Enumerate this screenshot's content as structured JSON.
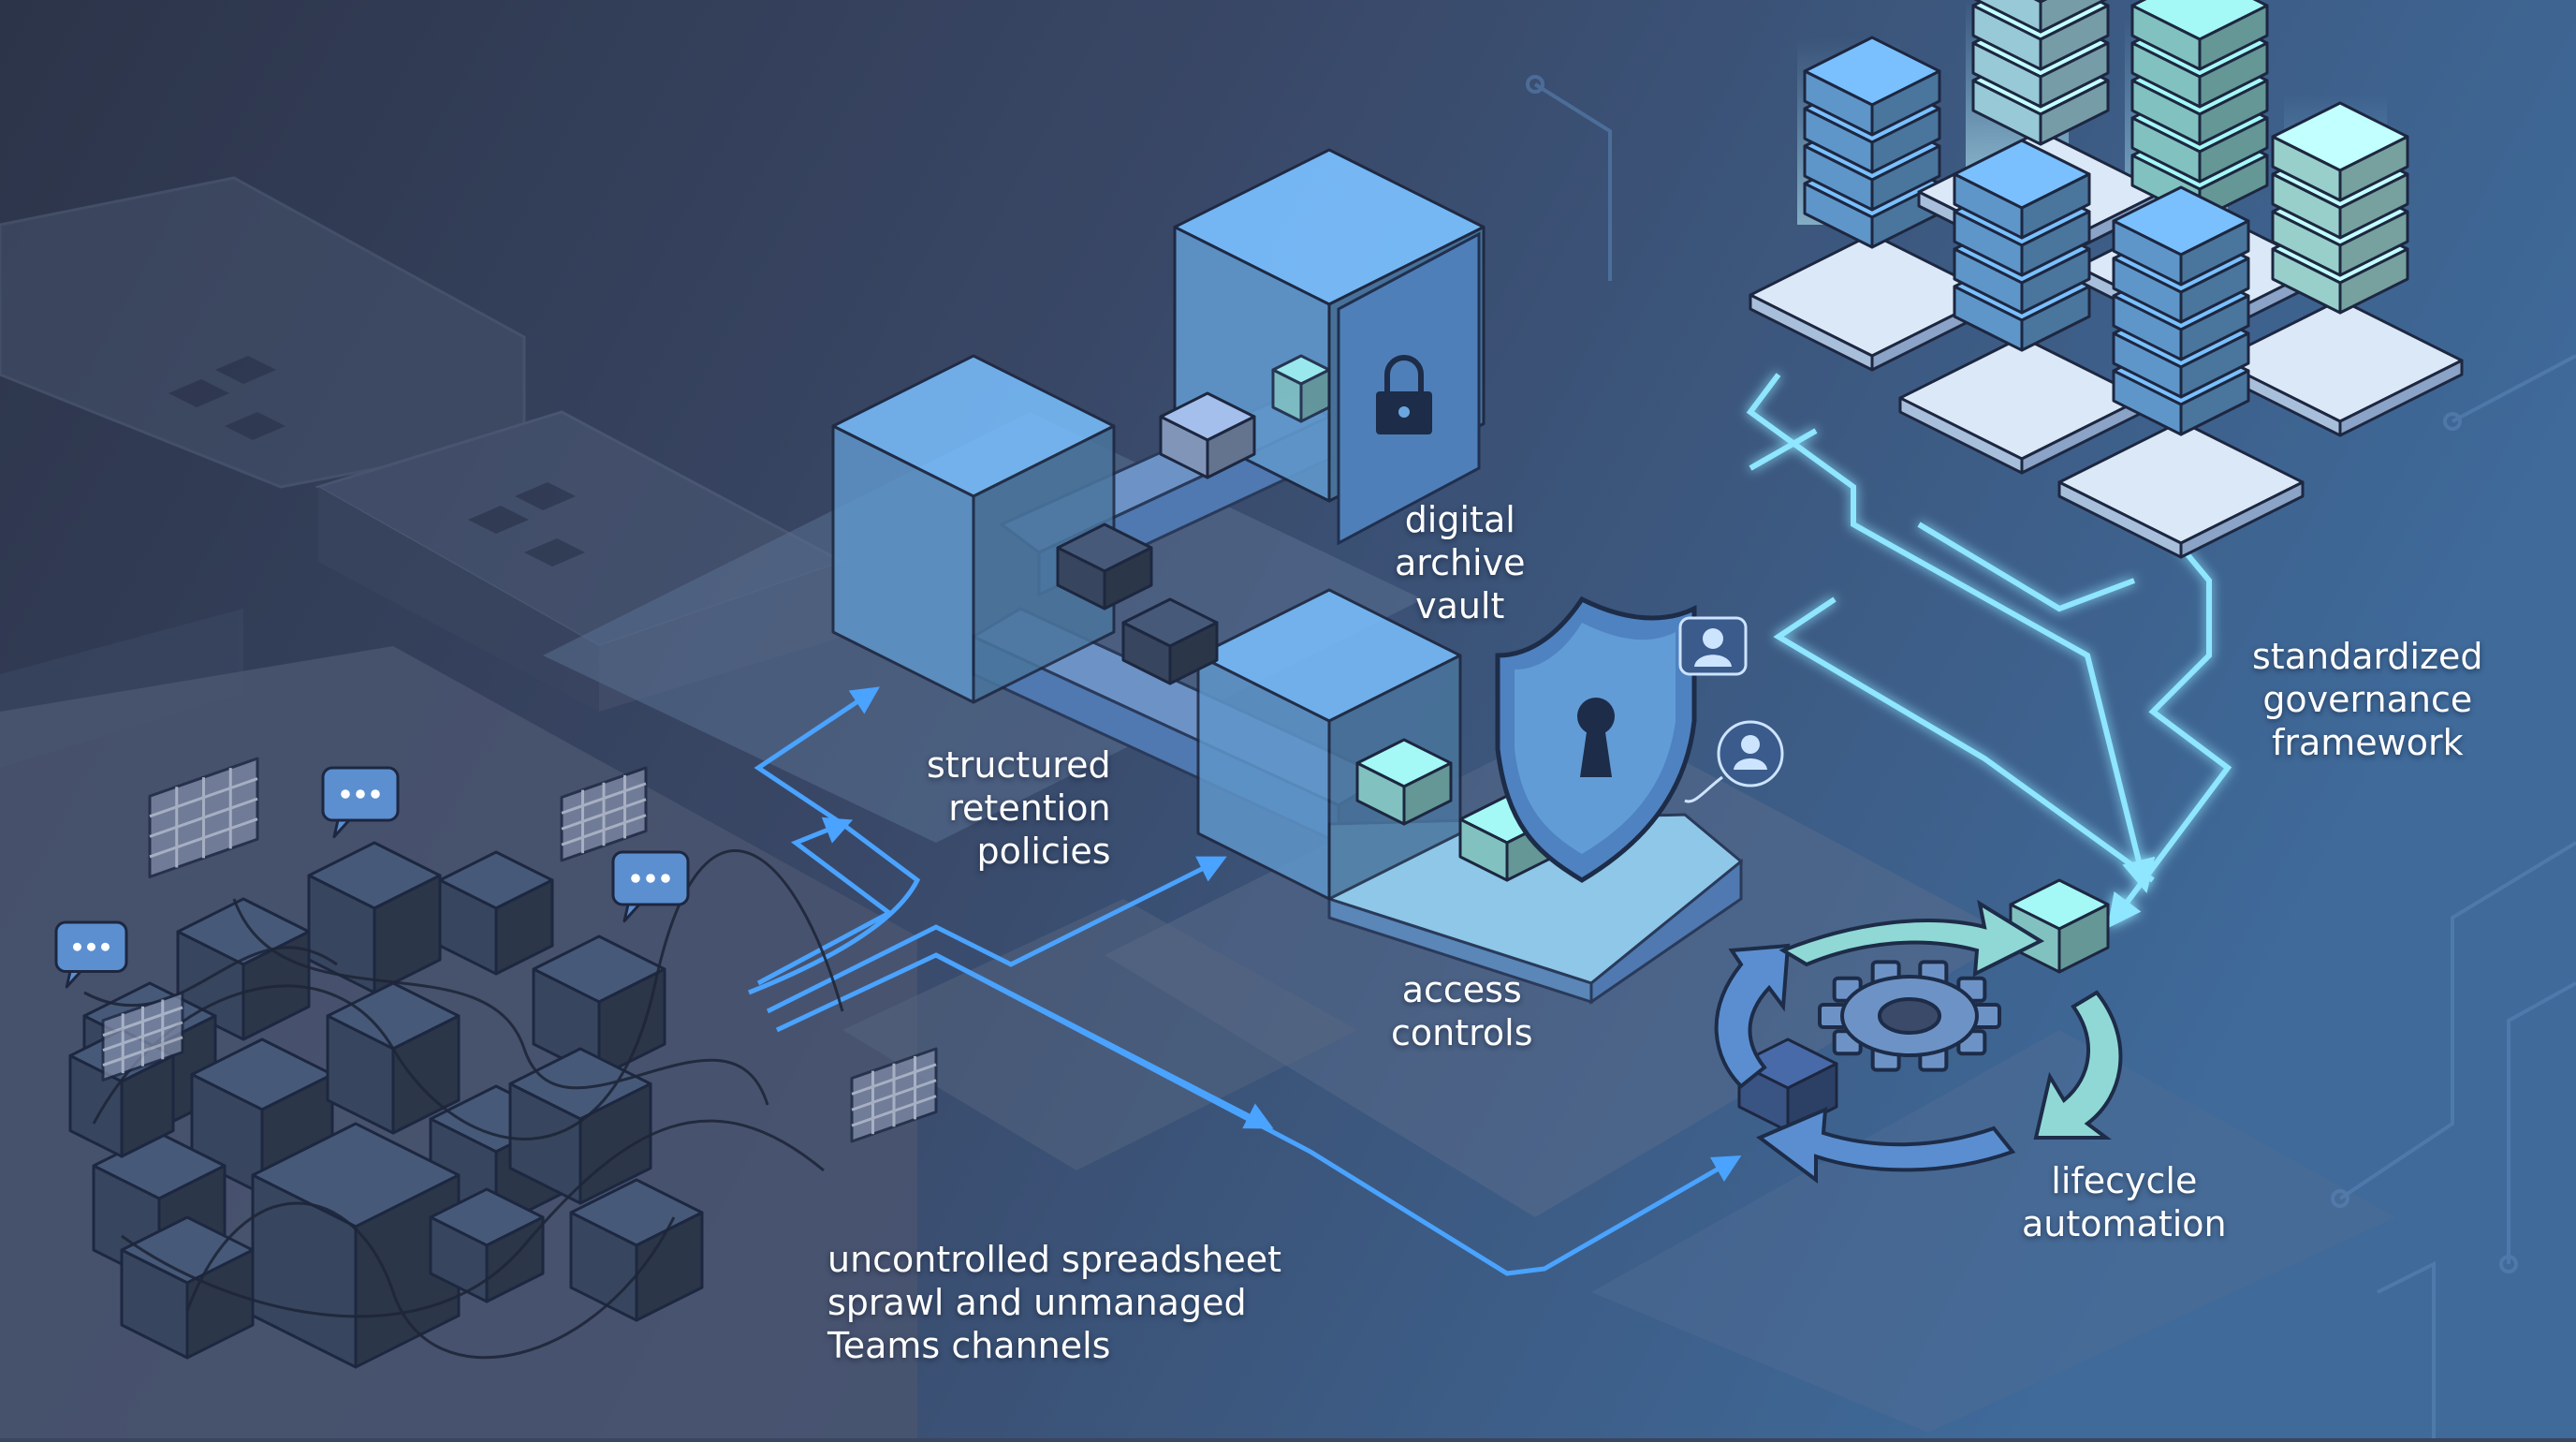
{
  "labels": {
    "archive_vault": [
      "digital",
      "archive",
      "vault"
    ],
    "retention": [
      "structured",
      "retention",
      "policies"
    ],
    "access": [
      "access",
      "controls"
    ],
    "sprawl": [
      "uncontrolled spreadsheet",
      "sprawl and unmanaged",
      "Teams channels"
    ],
    "governance": [
      "standardized",
      "governance",
      "framework"
    ],
    "lifecycle": [
      "lifecycle",
      "automation"
    ]
  },
  "icons": {
    "vault": "padlock-icon",
    "shield": "keyhole-shield-icon",
    "user": "user-icon",
    "chat": "chat-bubble-icon",
    "sheet": "spreadsheet-icon",
    "gear": "gear-icon"
  },
  "colors": {
    "background_dark": "#2f3850",
    "background_blue": "#3e6592",
    "cube_blue": "#6aa7e0",
    "cube_teal": "#8fd8d6",
    "flow_line": "#4aa3ff",
    "circuit_glow": "#7fe0ff",
    "dark_cube": "#3d4d68"
  }
}
